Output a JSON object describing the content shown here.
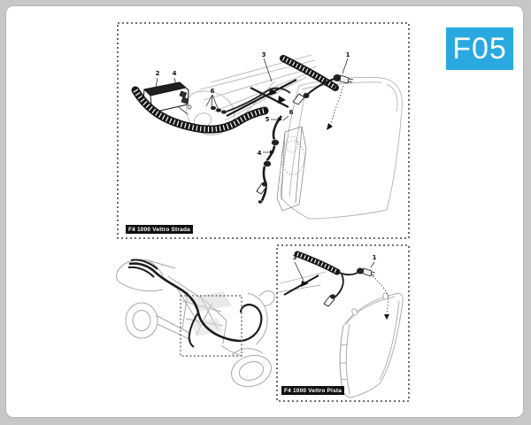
{
  "badge": {
    "code": "F05"
  },
  "colors": {
    "badge_bg": "#29A9E0",
    "badge_text": "#FFFFFF",
    "frame_gray": "#C7C7C9",
    "card_white": "#FFFFFF",
    "line_black": "#1A1A1A",
    "fairing_gray": "#B4B4B4"
  },
  "panels": [
    {
      "id": "strada",
      "label": "F4 1000 Veltro Strada",
      "callouts": [
        {
          "n": "2"
        },
        {
          "n": "4"
        },
        {
          "n": "3"
        },
        {
          "n": "1"
        },
        {
          "n": "6"
        },
        {
          "n": "6"
        },
        {
          "n": "5"
        },
        {
          "n": "4"
        }
      ]
    },
    {
      "id": "pista",
      "label": "F4 1000 Veltro Pista",
      "callouts": [
        {
          "n": "3"
        },
        {
          "n": "1"
        }
      ]
    }
  ]
}
